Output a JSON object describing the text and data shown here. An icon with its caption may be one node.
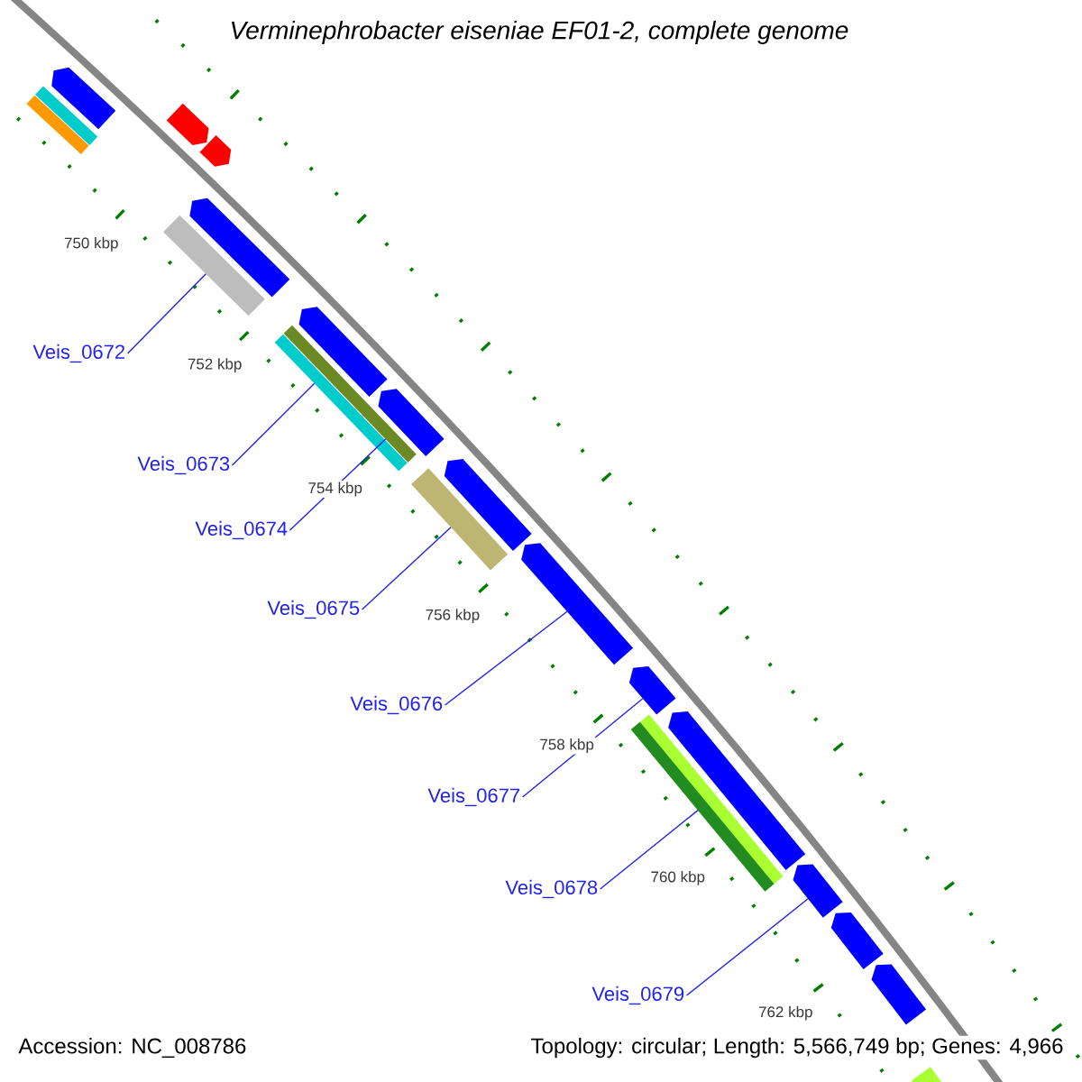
{
  "diagram": {
    "title": "Verminephrobacter eiseniae EF01-2, complete genome",
    "nodes": [
      {
        "text": [
          "Veis_0672"
        ]
      },
      {
        "text": [
          "Veis_0673"
        ]
      },
      {
        "text": [
          "Veis_0674"
        ]
      },
      {
        "text": [
          "Veis_0675"
        ]
      },
      {
        "text": [
          "Veis_0676"
        ]
      },
      {
        "text": [
          "Veis_0677"
        ]
      },
      {
        "text": [
          "Veis_0678"
        ]
      },
      {
        "text": [
          "Veis_0679"
        ]
      },
      {
        "text": [],
        "shape": "pentagon"
      },
      {
        "text": [],
        "shape": "bar"
      },
      {
        "text": [],
        "shape": "bar"
      },
      {
        "text": [],
        "shape": "pentagon"
      },
      {
        "text": [],
        "shape": "pentagon"
      },
      {
        "text": [],
        "shape": "bar"
      },
      {
        "text": [],
        "shape": "pentagon"
      },
      {
        "text": [],
        "shape": "bar"
      },
      {
        "text": [],
        "shape": "bar"
      },
      {
        "text": [],
        "shape": "pentagon"
      },
      {
        "text": [],
        "shape": "pentagon"
      },
      {
        "text": [],
        "shape": "bar"
      },
      {
        "text": [],
        "shape": "pentagon"
      },
      {
        "text": [],
        "shape": "pentagon"
      },
      {
        "text": [],
        "shape": "pentagon"
      },
      {
        "text": [],
        "shape": "bar"
      },
      {
        "text": [],
        "shape": "pentagon"
      },
      {
        "text": [],
        "shape": "pentagon"
      },
      {
        "text": [],
        "shape": "pentagon"
      },
      {
        "text": [],
        "shape": "pentagon"
      },
      {
        "text": [],
        "shape": "bar"
      }
    ],
    "edges": [
      {
        "from": 0,
        "to": 13,
        "arrow": "none"
      },
      {
        "from": 1,
        "to": 15,
        "arrow": "none"
      },
      {
        "from": 2,
        "to": 16,
        "arrow": "none"
      },
      {
        "from": 3,
        "to": 19,
        "arrow": "none"
      },
      {
        "from": 4,
        "to": 21,
        "arrow": "none"
      },
      {
        "from": 5,
        "to": 22,
        "arrow": "none"
      },
      {
        "from": 6,
        "to": 23,
        "arrow": "none"
      },
      {
        "from": 7,
        "to": 25,
        "arrow": "none"
      }
    ],
    "labels": [
      "750 kbp",
      "752 kbp",
      "754 kbp",
      "756 kbp",
      "758 kbp",
      "760 kbp",
      "762 kbp",
      "Accession: NC_008786",
      "Topology: circular; Length: 5,566,749 bp; Genes: 4,966"
    ]
  }
}
